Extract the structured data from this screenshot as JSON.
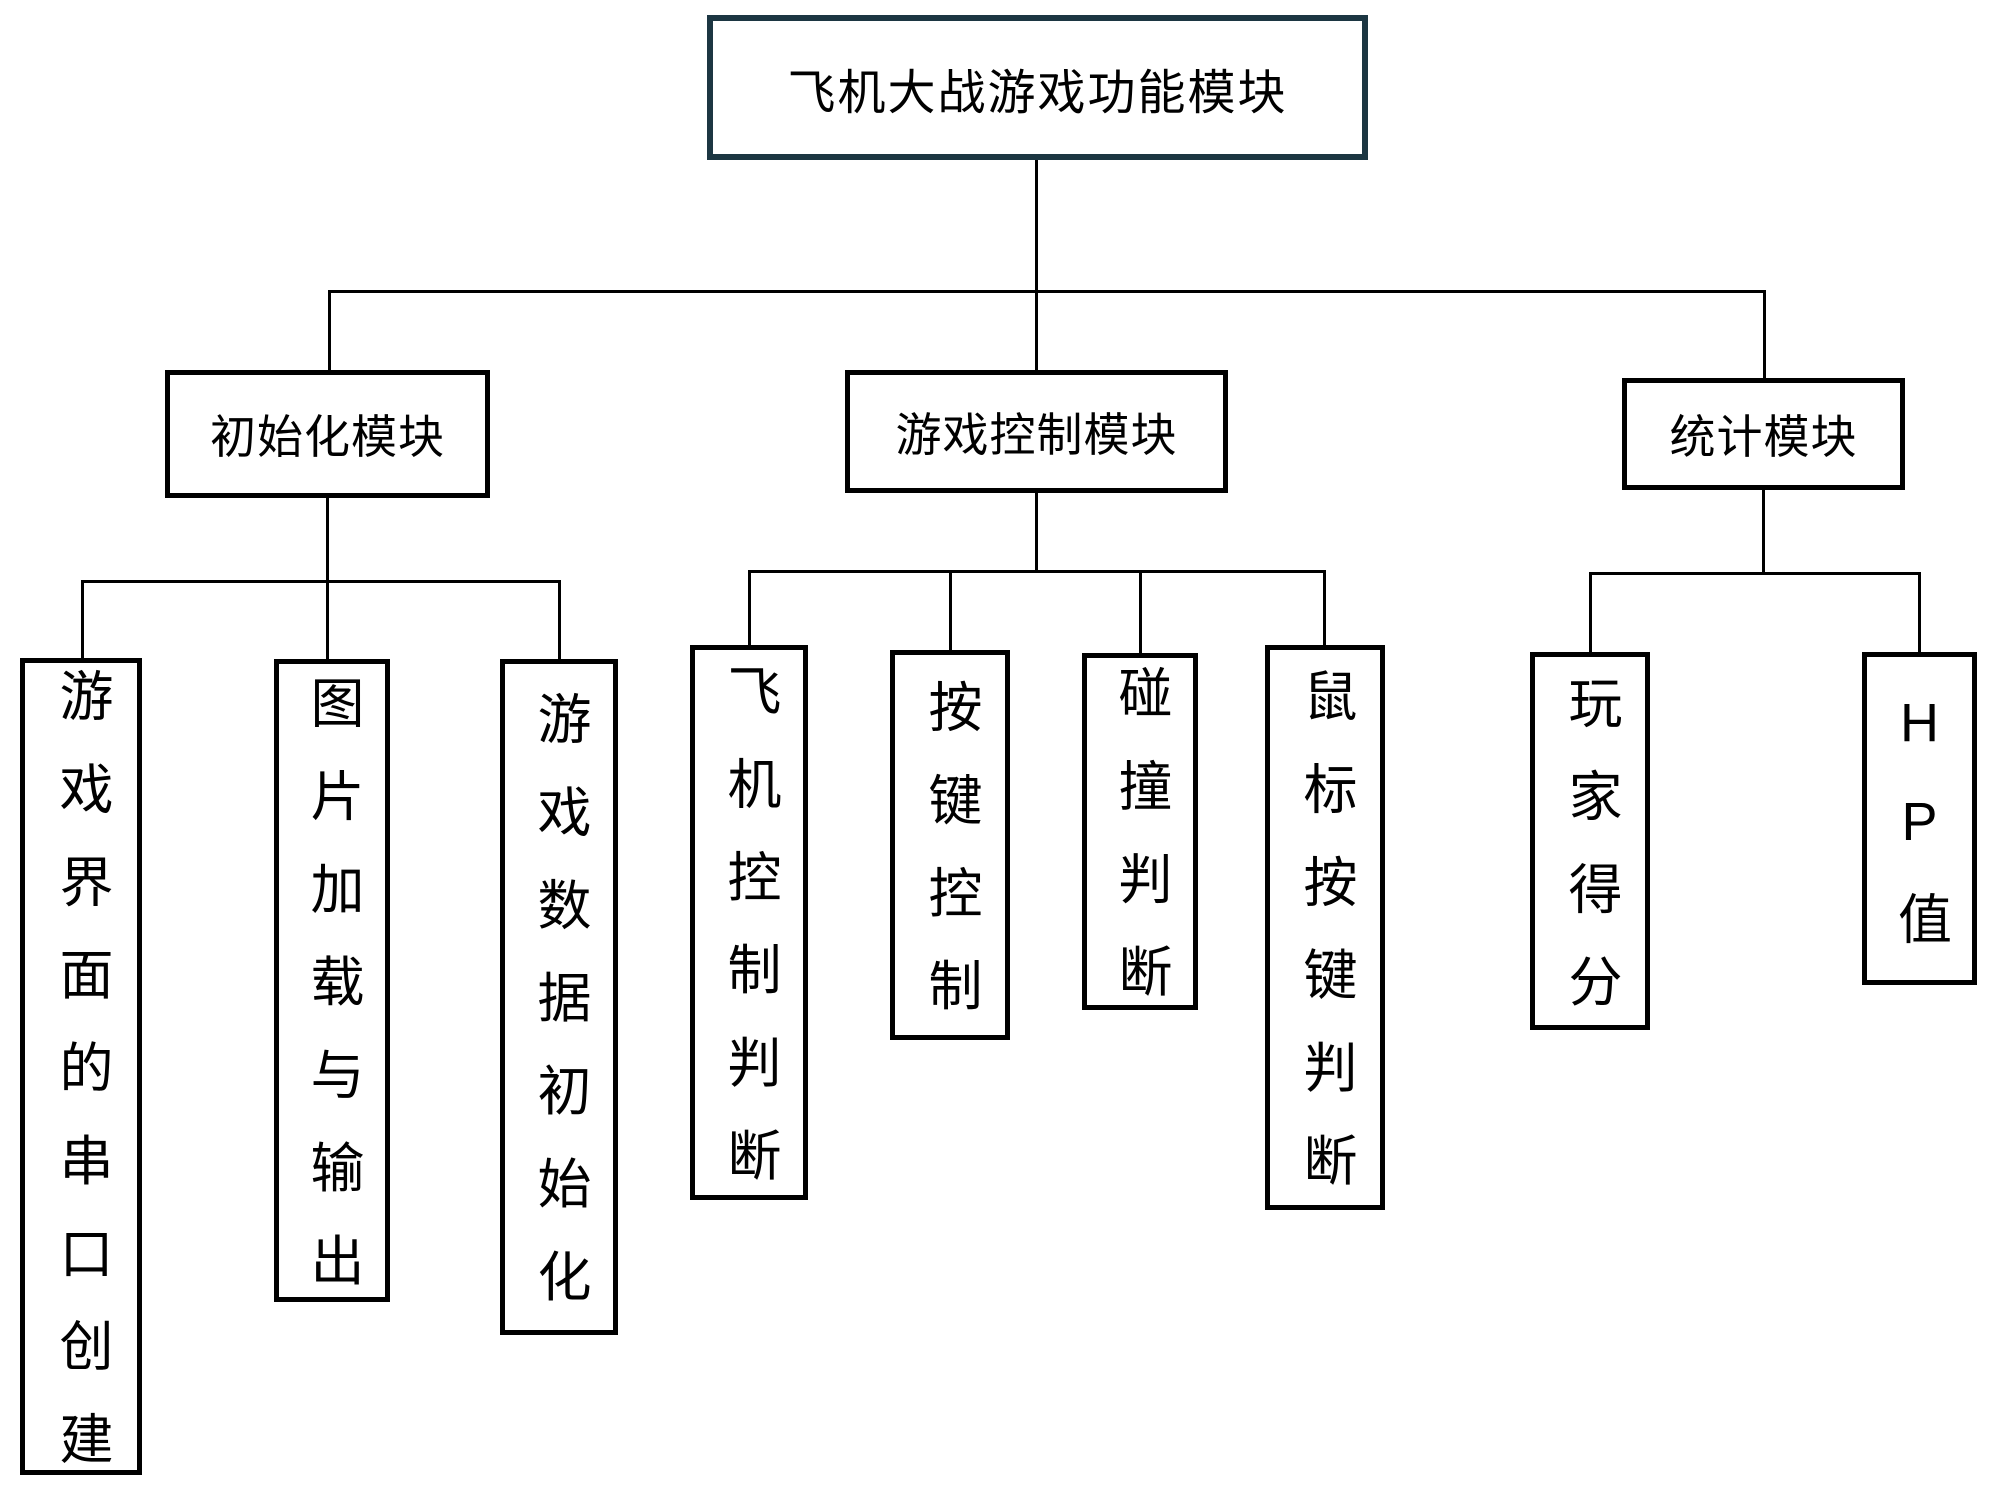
{
  "diagram": {
    "title": "飞机大战游戏功能模块",
    "modules": [
      {
        "label": "初始化模块",
        "children": [
          "游戏界面的串口创建",
          "图片加载与输出",
          "游戏数据初始化"
        ]
      },
      {
        "label": "游戏控制模块",
        "children": [
          "飞机控制判断",
          "按键控制",
          "碰撞判断",
          "鼠标按键判断"
        ]
      },
      {
        "label": "统计模块",
        "children": [
          "玩家得分",
          "HP值"
        ]
      }
    ],
    "colors": {
      "root_border": "#1c3642",
      "box_border": "#000000",
      "connector": "#000000",
      "background": "#ffffff"
    }
  }
}
